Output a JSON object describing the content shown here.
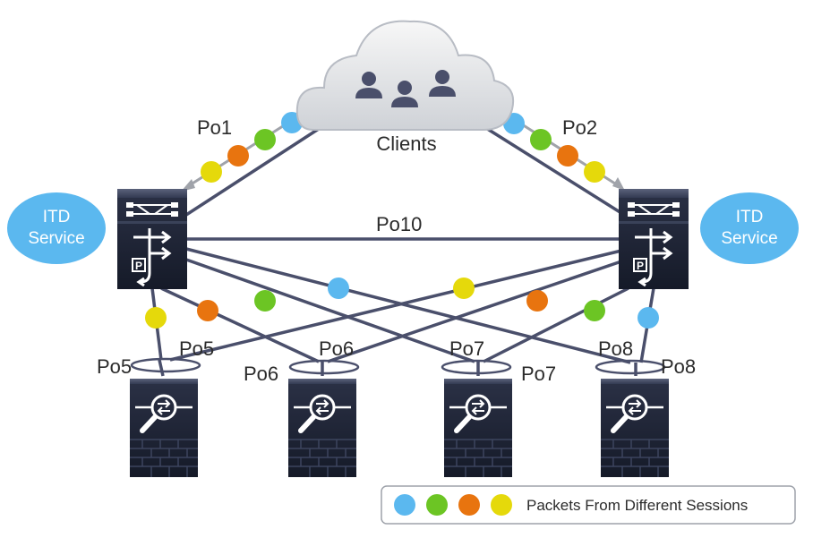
{
  "clients_label": "Clients",
  "itd_left": {
    "line1": "ITD",
    "line2": "Service"
  },
  "itd_right": {
    "line1": "ITD",
    "line2": "Service"
  },
  "links": {
    "po1": "Po1",
    "po2": "Po2",
    "po10": "Po10",
    "po5_top": "Po5",
    "po6_top": "Po6",
    "po7_top": "Po7",
    "po8_top": "Po8",
    "po5_bot": "Po5",
    "po6_bot": "Po6",
    "po7_bot": "Po7",
    "po8_bot": "Po8"
  },
  "legend": {
    "text": "Packets From Different Sessions"
  },
  "colors": {
    "blue": "#5bb8ef",
    "green": "#6cc524",
    "orange": "#e8740f",
    "yellow": "#e5d90b",
    "link": "#4a4f6b",
    "device": "#1e2436",
    "itd": "#5bb8ef"
  },
  "icons": [
    "cloud-icon",
    "user-icon",
    "switch-icon",
    "firewall-icon",
    "arrow-icon"
  ]
}
